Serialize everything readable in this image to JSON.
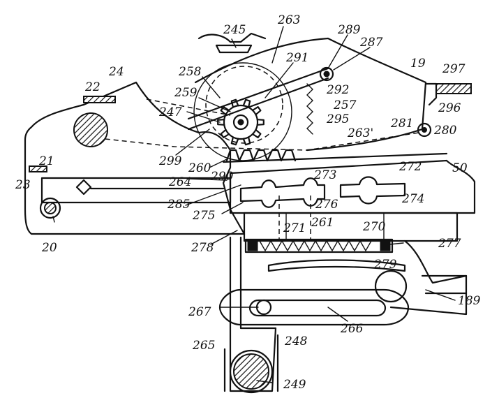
{
  "figure": {
    "ink_color": "#111111",
    "background": "#ffffff",
    "labels": [
      {
        "id": "l245",
        "text": "245"
      },
      {
        "id": "l263a",
        "text": "263"
      },
      {
        "id": "l289",
        "text": "289"
      },
      {
        "id": "l287",
        "text": "287"
      },
      {
        "id": "l19",
        "text": "19"
      },
      {
        "id": "l297",
        "text": "297"
      },
      {
        "id": "l22",
        "text": "22"
      },
      {
        "id": "l24",
        "text": "24"
      },
      {
        "id": "l258",
        "text": "258"
      },
      {
        "id": "l291",
        "text": "291"
      },
      {
        "id": "l259",
        "text": "259"
      },
      {
        "id": "l292",
        "text": "292"
      },
      {
        "id": "l257",
        "text": "257"
      },
      {
        "id": "l296",
        "text": "296"
      },
      {
        "id": "l247",
        "text": "247"
      },
      {
        "id": "l295",
        "text": "295"
      },
      {
        "id": "l281",
        "text": "281"
      },
      {
        "id": "l280",
        "text": "280"
      },
      {
        "id": "l263b",
        "text": "263'"
      },
      {
        "id": "l299",
        "text": "299"
      },
      {
        "id": "l260",
        "text": "260"
      },
      {
        "id": "l290",
        "text": "290"
      },
      {
        "id": "l21",
        "text": "21"
      },
      {
        "id": "l23",
        "text": "23"
      },
      {
        "id": "l264",
        "text": "264"
      },
      {
        "id": "l273",
        "text": "273"
      },
      {
        "id": "l272",
        "text": "272"
      },
      {
        "id": "l50",
        "text": "50"
      },
      {
        "id": "l285",
        "text": "285"
      },
      {
        "id": "l276",
        "text": "276"
      },
      {
        "id": "l274",
        "text": "274"
      },
      {
        "id": "l275",
        "text": "275"
      },
      {
        "id": "l261",
        "text": "261"
      },
      {
        "id": "l271",
        "text": "271"
      },
      {
        "id": "l270",
        "text": "270"
      },
      {
        "id": "l20",
        "text": "20"
      },
      {
        "id": "l278",
        "text": "278"
      },
      {
        "id": "l277",
        "text": "277"
      },
      {
        "id": "l279",
        "text": "279"
      },
      {
        "id": "l189",
        "text": "189"
      },
      {
        "id": "l267",
        "text": "267"
      },
      {
        "id": "l266",
        "text": "266"
      },
      {
        "id": "l265",
        "text": "265"
      },
      {
        "id": "l248",
        "text": "248"
      },
      {
        "id": "l249",
        "text": "249"
      }
    ]
  }
}
